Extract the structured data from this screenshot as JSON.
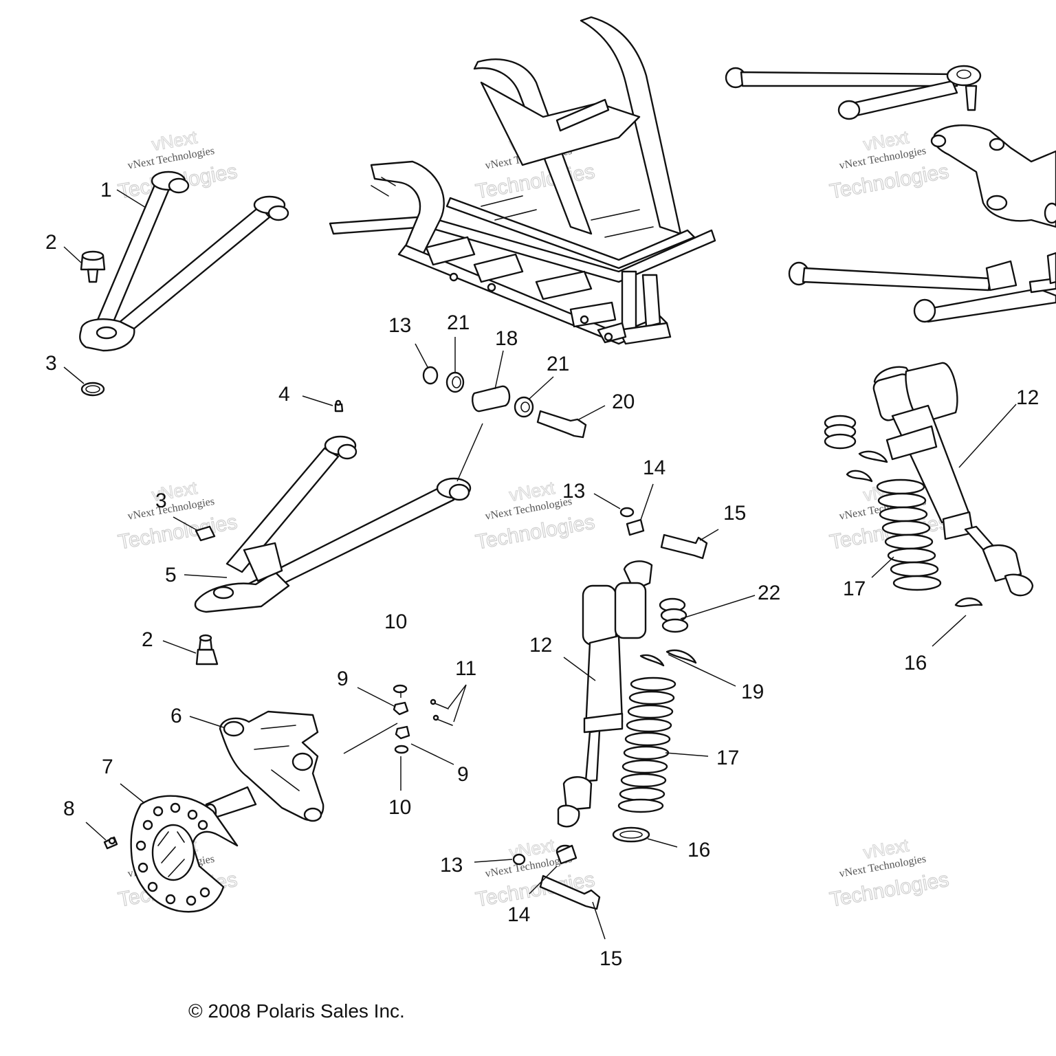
{
  "diagram": {
    "callouts": [
      "1",
      "2",
      "3",
      "4",
      "5",
      "2",
      "3",
      "6",
      "7",
      "8",
      "9",
      "9",
      "10",
      "10",
      "11",
      "12",
      "12",
      "13",
      "13",
      "13",
      "14",
      "14",
      "15",
      "15",
      "16",
      "16",
      "17",
      "17",
      "18",
      "19",
      "20",
      "21",
      "21",
      "22"
    ],
    "copyright": "© 2008 Polaris Sales Inc.",
    "watermark": {
      "line1": "vNext Technologies",
      "line2": "vNext",
      "line3": "Technologies"
    }
  }
}
